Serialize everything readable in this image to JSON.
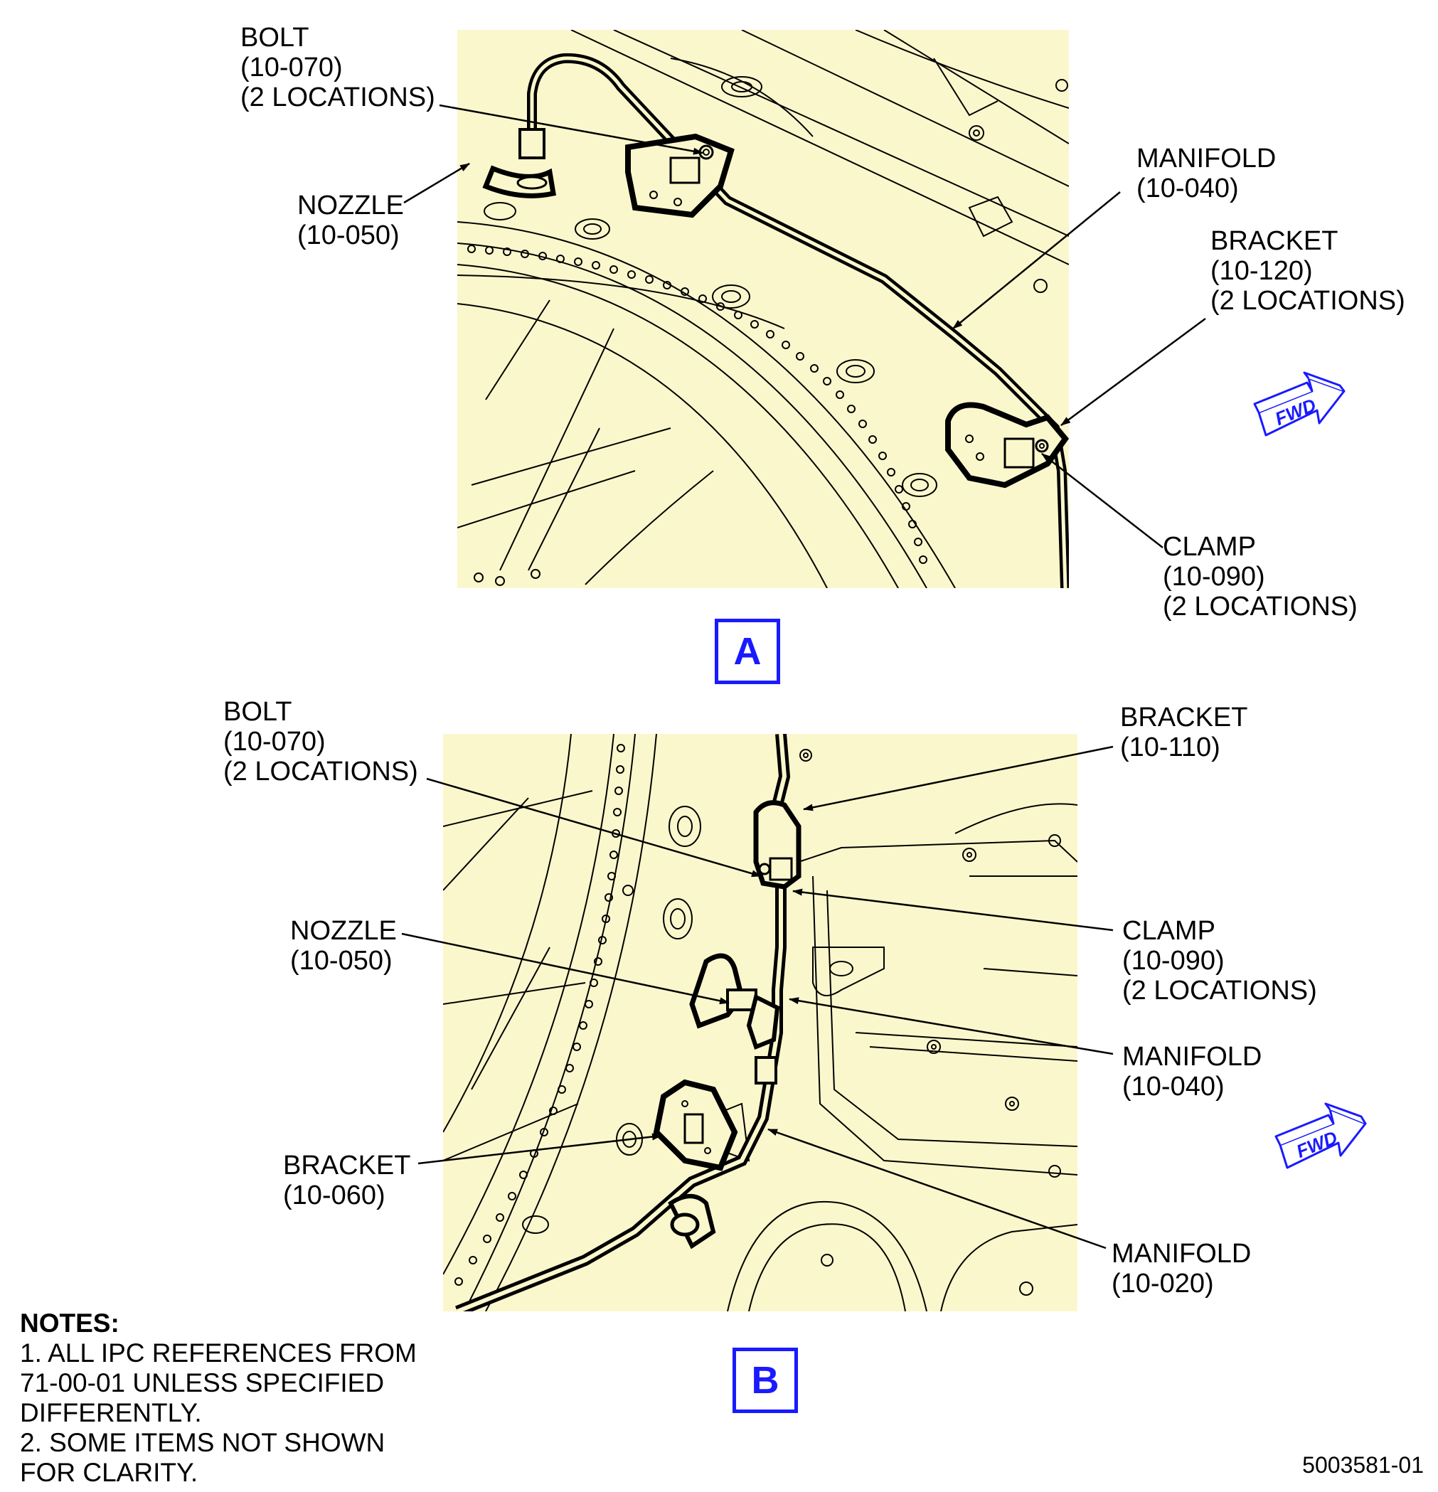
{
  "view_a": {
    "label": "A",
    "callouts": {
      "bolt": "BOLT\n(10-070)\n(2 LOCATIONS)",
      "nozzle": "NOZZLE\n(10-050)",
      "manifold": "MANIFOLD\n(10-040)",
      "bracket": "BRACKET\n(10-120)\n(2 LOCATIONS)",
      "clamp": "CLAMP\n(10-090)\n(2 LOCATIONS)"
    },
    "fwd_label": "FWD"
  },
  "view_b": {
    "label": "B",
    "callouts": {
      "bolt": "BOLT\n(10-070)\n(2 LOCATIONS)",
      "nozzle": "NOZZLE\n(10-050)",
      "bracket_060": "BRACKET\n(10-060)",
      "bracket_110": "BRACKET\n(10-110)",
      "clamp": "CLAMP\n(10-090)\n(2 LOCATIONS)",
      "manifold_040": "MANIFOLD\n(10-040)",
      "manifold_020": "MANIFOLD\n(10-020)"
    },
    "fwd_label": "FWD"
  },
  "notes": {
    "heading": "NOTES:",
    "items": [
      "1. ALL IPC REFERENCES FROM\n    71-00-01 UNLESS SPECIFIED\n    DIFFERENTLY.",
      "2. SOME ITEMS NOT SHOWN\n    FOR CLARITY."
    ]
  },
  "figure_number": "5003581-01",
  "colors": {
    "panel_fill": "#fbf7cc",
    "accent_blue": "#1a1aff",
    "line": "#000000"
  }
}
